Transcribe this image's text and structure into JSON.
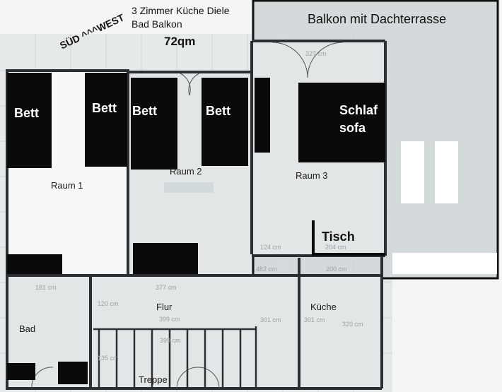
{
  "header": {
    "title_line1": "3 Zimmer Küche Diele",
    "title_line2": "Bad Balkon",
    "area": "72qm",
    "orientation": "SÜD ^^^WEST"
  },
  "balcony": {
    "title": "Balkon mit Dachterrasse"
  },
  "rooms": {
    "raum1": "Raum 1",
    "raum2": "Raum 2",
    "raum3": "Raum 3",
    "flur": "Flur",
    "kueche": "Küche",
    "bad": "Bad",
    "treppe": "Treppe"
  },
  "furniture": {
    "bett1": "Bett",
    "bett2": "Bett",
    "bett3": "Bett",
    "bett4": "Bett",
    "schlafsofa_line1": "Schlaf",
    "schlafsofa_line2": "sofa",
    "tisch": "Tisch"
  },
  "dimensions": {
    "d327": "327 cm",
    "d124": "124 cm",
    "d204": "204 cm",
    "d482": "482 cm",
    "d200": "200 cm",
    "d181": "181 cm",
    "d377": "377 cm",
    "d120": "120 cm",
    "d399a": "399 cm",
    "d399b": "399 cm",
    "d301a": "301 cm",
    "d301b": "301 cm",
    "d320": "320 cm",
    "d135": "135 cm"
  },
  "colors": {
    "wall": "#2b2f33",
    "furniture": "#0a0a0a",
    "floor": "#dfe3e3",
    "background": "#e9ecec",
    "balcony": "#d3dadc"
  }
}
